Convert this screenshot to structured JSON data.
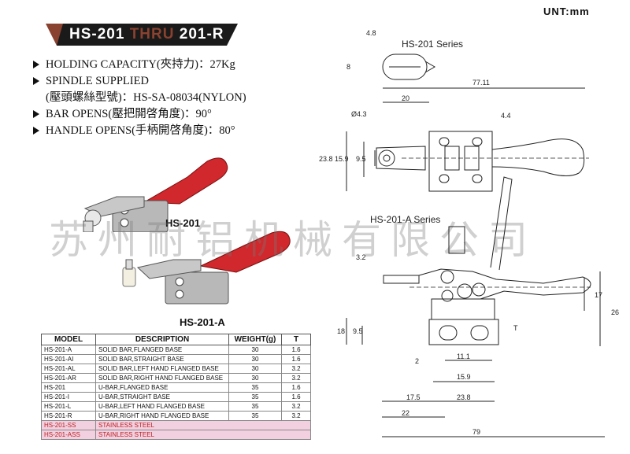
{
  "unit": "UNT:mm",
  "banner": {
    "part1": "HS-201 ",
    "part2": "THRU",
    "part3": " 201-R"
  },
  "specs": [
    "HOLDING CAPACITY(夾持力)：27Kg",
    "SPINDLE SUPPLIED",
    "(壓頭螺絲型號)：HS-SA-08034(NYLON)",
    "BAR OPENS(壓把開啓角度)：90°",
    "HANDLE OPENS(手柄開啓角度)：80°"
  ],
  "spec_arrows": [
    true,
    true,
    false,
    true,
    true
  ],
  "photos": {
    "top_label": "HS-201",
    "bottom_label": "HS-201-A"
  },
  "watermark": "苏州耐铝机械有限公司",
  "table": {
    "headers": [
      "MODEL",
      "DESCRIPTION",
      "WEIGHT(g)",
      "T"
    ],
    "rows": [
      [
        "HS-201-A",
        "SOLID BAR,FLANGED BASE",
        "30",
        "1.6"
      ],
      [
        "HS-201-AI",
        "SOLID BAR,STRAIGHT BASE",
        "30",
        "1.6"
      ],
      [
        "HS-201-AL",
        "SOLID BAR,LEFT HAND FLANGED BASE",
        "30",
        "3.2"
      ],
      [
        "HS-201-AR",
        "SOLID BAR,RIGHT HAND FLANGED BASE",
        "30",
        "3.2"
      ],
      [
        "HS-201",
        "U-BAR,FLANGED BASE",
        "35",
        "1.6"
      ],
      [
        "HS-201-I",
        "U-BAR,STRAIGHT BASE",
        "35",
        "1.6"
      ],
      [
        "HS-201-L",
        "U-BAR,LEFT HAND FLANGED BASE",
        "35",
        "3.2"
      ],
      [
        "HS-201-R",
        "U-BAR,RIGHT HAND FLANGED BASE",
        "35",
        "3.2"
      ]
    ],
    "special_rows": [
      [
        "HS-201-SS",
        "STAINLESS STEEL"
      ],
      [
        "HS-201-ASS",
        "STAINLESS STEEL"
      ]
    ]
  },
  "drawing": {
    "series_top": "HS-201 Series",
    "series_bottom": "HS-201-A Series",
    "dims": {
      "d48": "4.8",
      "d8": "8",
      "d7711": "77.11",
      "d20": "20",
      "dphi43": "Ø4.3",
      "d44": "4.4",
      "d238": "23.8",
      "d159": "15.9",
      "d95": "9.5",
      "d32": "3.2",
      "d17": "17",
      "d26": "26",
      "d18": "18",
      "d95b": "9.5",
      "dT": "T",
      "d2": "2",
      "d111": "11.1",
      "d159b": "15.9",
      "d175": "17.5",
      "d238b": "23.8",
      "d22": "22",
      "d79": "79"
    }
  },
  "colors": {
    "handle_red": "#d0282c",
    "banner_brown": "#8a4230",
    "steel": "#a9a9a9"
  }
}
